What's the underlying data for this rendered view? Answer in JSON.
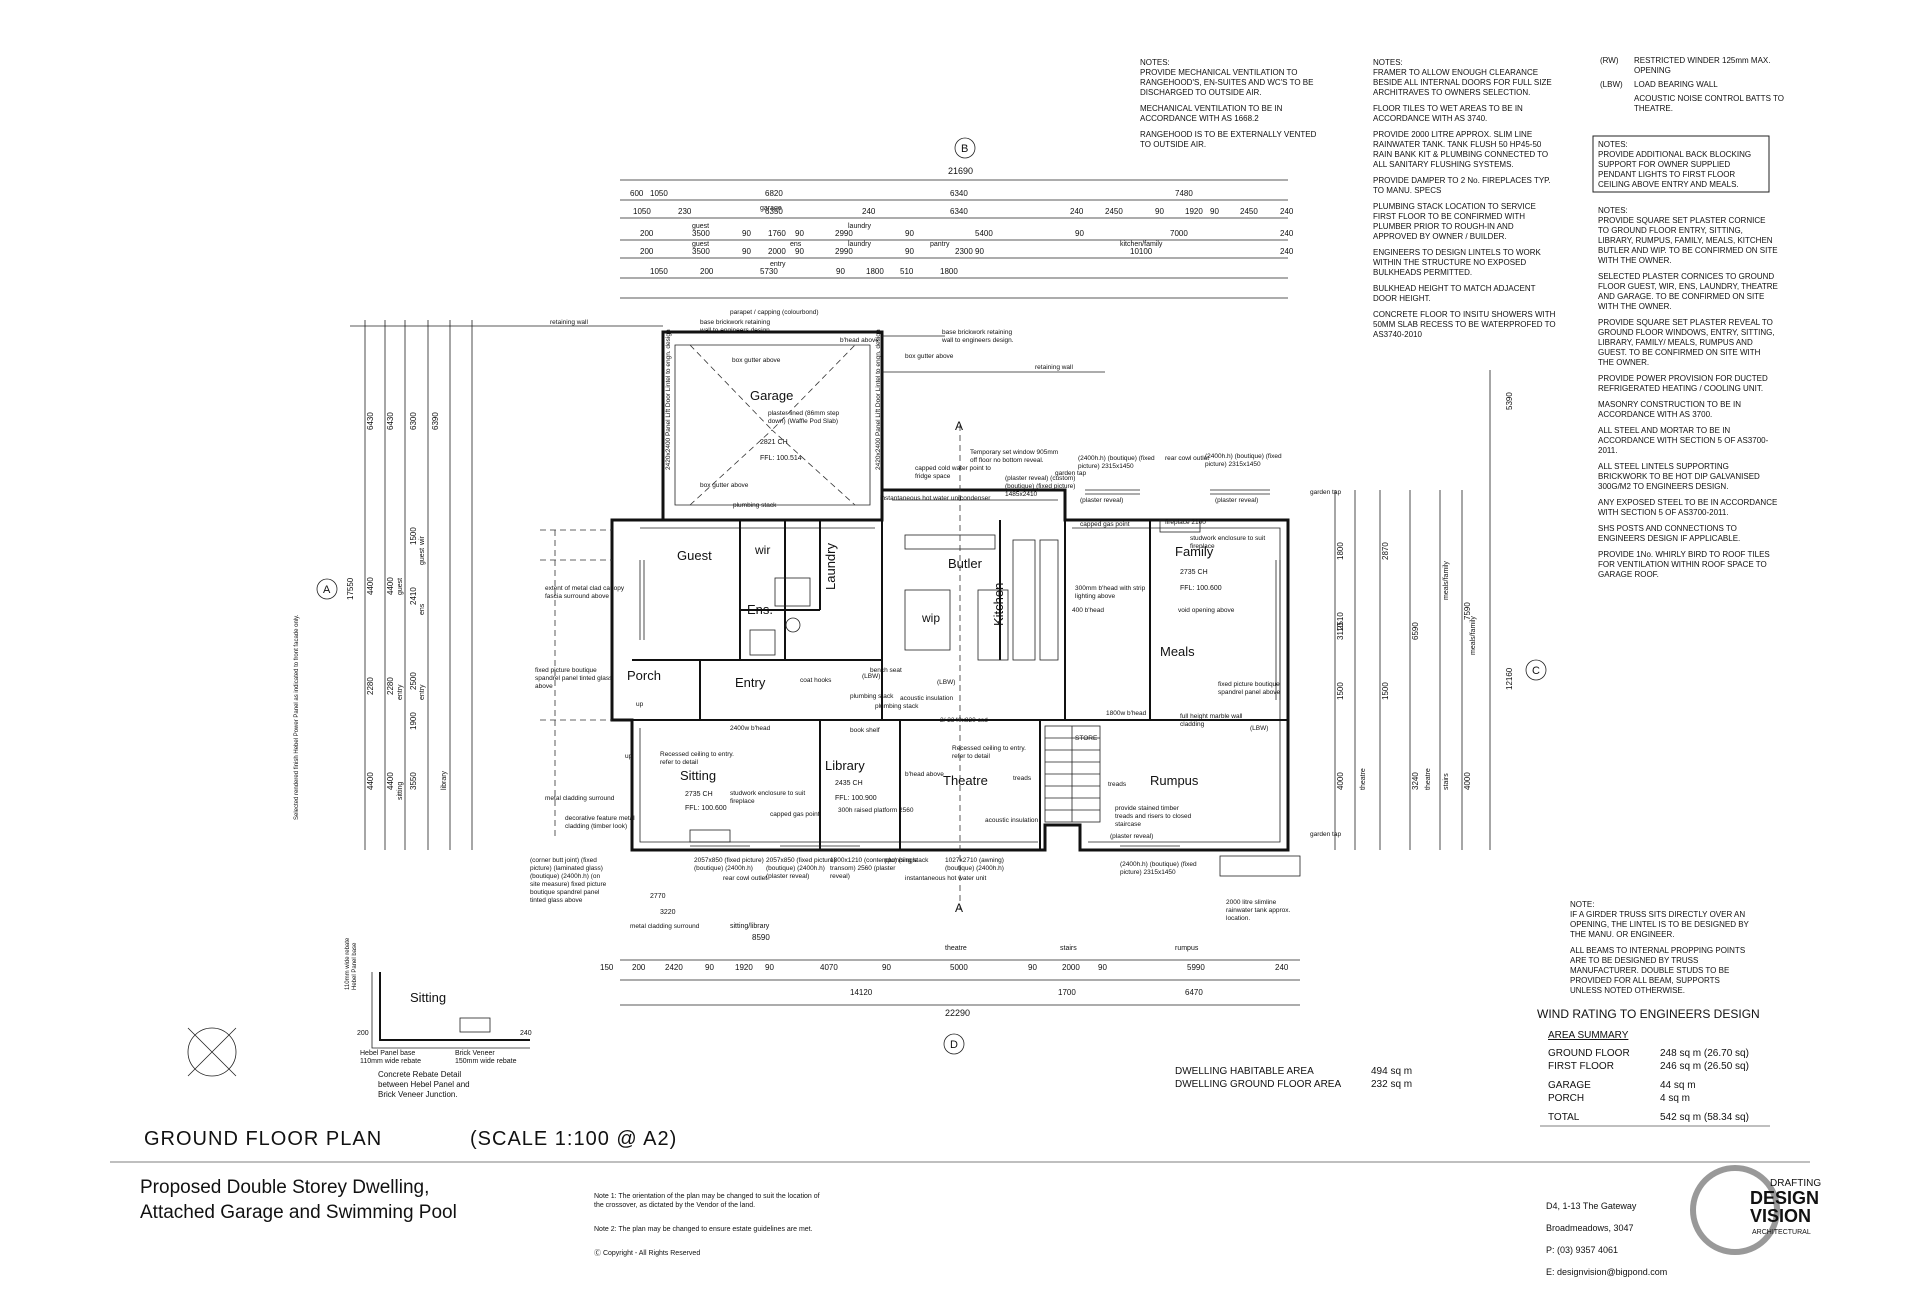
{
  "title": {
    "plan": "GROUND FLOOR PLAN",
    "scale": "(SCALE 1:100 @ A2)",
    "project_line1": "Proposed Double Storey Dwelling,",
    "project_line2": "Attached Garage and Swimming Pool"
  },
  "footer_notes": {
    "note1": "Note 1: The orientation of the plan may be changed to suit the location of the crossover, as dictated by the Vendor of the land.",
    "note2": "Note 2: The plan may be changed to ensure estate guidelines are met.",
    "copyright": "Copyright - All Rights Reserved"
  },
  "company": {
    "address1": "D4, 1-13 The Gateway",
    "address2": "Broadmeadows, 3047",
    "phone": "P: (03) 9357 4061",
    "email": "E: designvision@bigpond.com",
    "logo_top": "DRAFTING",
    "logo_mid1": "DESIGN",
    "logo_mid2": "VISION",
    "logo_bottom": "ARCHITECTURAL"
  },
  "notes_col1": [
    "NOTES:\nPROVIDE MECHANICAL VENTILATION TO RANGEHOOD'S, EN-SUITES AND WC'S TO BE DISCHARGED TO OUTSIDE AIR.",
    "MECHANICAL VENTILATION TO BE IN ACCORDANCE WITH AS 1668.2",
    "RANGEHOOD IS TO BE EXTERNALLY VENTED TO OUTSIDE AIR."
  ],
  "notes_col2": [
    "NOTES:\nFRAMER TO ALLOW ENOUGH CLEARANCE BESIDE ALL INTERNAL DOORS FOR FULL SIZE ARCHITRAVES TO OWNERS SELECTION.",
    "FLOOR TILES TO WET AREAS TO BE IN ACCORDANCE WITH AS 3740.",
    "PROVIDE 2000 LITRE APPROX. SLIM LINE RAINWATER TANK. TANK FLUSH 50 HP45-50 RAIN BANK KIT & PLUMBING CONNECTED TO ALL SANITARY FLUSHING SYSTEMS.",
    "PROVIDE DAMPER TO 2 No. FIREPLACES TYP. TO MANU. SPECS",
    "PLUMBING STACK LOCATION TO SERVICE FIRST FLOOR TO BE CONFIRMED WITH PLUMBER PRIOR TO ROUGH-IN AND APPROVED BY OWNER / BUILDER.",
    "ENGINEERS TO DESIGN LINTELS TO WORK WITHIN THE STRUCTURE NO EXPOSED BULKHEADS PERMITTED.",
    "BULKHEAD HEIGHT TO MATCH ADJACENT DOOR HEIGHT.",
    "CONCRETE FLOOR TO INSITU SHOWERS WITH 50MM SLAB RECESS TO BE WATERPROFED TO AS3740-2010"
  ],
  "legend": [
    {
      "code": "(RW)",
      "text": "RESTRICTED WINDER 125mm MAX. OPENING"
    },
    {
      "code": "(LBW)",
      "text": "LOAD BEARING WALL"
    },
    {
      "code": "",
      "text": "ACOUSTIC NOISE CONTROL BATTS TO THEATRE."
    }
  ],
  "boxed_note": "NOTES:\nPROVIDE ADDITIONAL BACK BLOCKING SUPPORT FOR OWNER SUPPLIED PENDANT LIGHTS TO FIRST FLOOR CEILING ABOVE ENTRY AND MEALS.",
  "notes_col3": [
    "NOTES:\nPROVIDE SQUARE SET PLASTER CORNICE TO GROUND FLOOR ENTRY, SITTING, LIBRARY, RUMPUS, FAMILY, MEALS, KITCHEN BUTLER AND WIP. TO BE CONFIRMED ON SITE WITH THE OWNER.",
    "SELECTED PLASTER CORNICES TO GROUND FLOOR GUEST, WIR, ENS, LAUNDRY, THEATRE AND GARAGE. TO BE CONFIRMED ON SITE WITH THE OWNER.",
    "PROVIDE SQUARE SET PLASTER REVEAL TO GROUND FLOOR WINDOWS, ENTRY, SITTING, LIBRARY, FAMILY/ MEALS, RUMPUS AND GUEST. TO BE CONFIRMED ON SITE WITH THE OWNER.",
    "PROVIDE POWER PROVISION FOR DUCTED REFRIGERATED HEATING / COOLING UNIT.",
    "MASONRY CONSTRUCTION TO BE IN ACCORDANCE WITH AS 3700.",
    "ALL STEEL AND MORTAR TO BE IN ACCORDANCE WITH SECTION 5 OF AS3700-2011.",
    "ALL STEEL LINTELS SUPPORTING BRICKWORK TO BE HOT DIP GALVANISED 300G/M2 TO ENGINEERS DESIGN.",
    "ANY EXPOSED STEEL TO BE IN ACCORDANCE WITH SECTION 5 OF AS3700-2011.",
    "SHS POSTS AND CONNECTIONS TO ENGINEERS DESIGN IF APPLICABLE.",
    "PROVIDE 1No. WHIRLY BIRD TO ROOF TILES FOR VENTILATION WITHIN ROOF SPACE TO GARAGE ROOF."
  ],
  "notes_col4": [
    "NOTE:\nIF A GIRDER TRUSS SITS DIRECTLY OVER AN OPENING, THE LINTEL IS TO BE DESIGNED BY THE MANU. OR ENGINEER.",
    "ALL BEAMS TO INTERNAL PROPPING POINTS ARE TO BE DESIGNED BY TRUSS MANUFACTURER. DOUBLE STUDS TO BE PROVIDED FOR ALL BEAM, SUPPORTS UNLESS NOTED OTHERWISE."
  ],
  "wind_rating": "WIND RATING TO ENGINEERS DESIGN",
  "area_summary": {
    "heading": "AREA SUMMARY",
    "rows": [
      {
        "label": "GROUND FLOOR",
        "value": "248 sq m  (26.70 sq)"
      },
      {
        "label": "FIRST FLOOR",
        "value": "246 sq m  (26.50 sq)"
      },
      {
        "label": "GARAGE",
        "value": "44 sq m"
      },
      {
        "label": "PORCH",
        "value": "4 sq m"
      },
      {
        "label": "TOTAL",
        "value": "542 sq m  (58.34 sq)"
      }
    ]
  },
  "dwelling_areas": [
    {
      "label": "DWELLING HABITABLE AREA",
      "value": "494 sq m"
    },
    {
      "label": "DWELLING GROUND FLOOR AREA",
      "value": "232 sq m"
    }
  ],
  "detail": {
    "title": "Sitting",
    "label_hebel": "Hebel Panel base\n110mm wide rebate",
    "label_brick": "Brick Veneer\n150mm wide rebate",
    "caption": "Concrete Rebate Detail\nbetween Hebel Panel and\nBrick Veneer Junction.",
    "side_label": "110mm wide rebate\nHebel Panel base",
    "dim1": "200",
    "dim2": "240"
  },
  "grid_markers": [
    "A",
    "B",
    "C",
    "D"
  ],
  "rooms": [
    {
      "name": "Garage",
      "size": 13
    },
    {
      "name": "Guest",
      "size": 13
    },
    {
      "name": "wir",
      "size": 12
    },
    {
      "name": "Ens.",
      "size": 13
    },
    {
      "name": "Laundry",
      "size": 13
    },
    {
      "name": "Butler",
      "size": 13
    },
    {
      "name": "wip",
      "size": 12
    },
    {
      "name": "Kitchen",
      "size": 13
    },
    {
      "name": "Family",
      "size": 13
    },
    {
      "name": "Meals",
      "size": 13
    },
    {
      "name": "Porch",
      "size": 13
    },
    {
      "name": "Entry",
      "size": 13
    },
    {
      "name": "Sitting",
      "size": 13
    },
    {
      "name": "Library",
      "size": 13
    },
    {
      "name": "Theatre",
      "size": 13
    },
    {
      "name": "Rumpus",
      "size": 13
    }
  ],
  "ceiling_tags": [
    "2821 CH",
    "FFL: 100.514",
    "2735 CH",
    "FFL: 100.600",
    "2435 CH",
    "FFL: 100.900",
    "2735 CH",
    "FFL: 100.600"
  ],
  "top_dims": {
    "overall": "21690",
    "row1": [
      "600",
      "1050",
      "6820",
      "6340",
      "7480"
    ],
    "row2": [
      "1050",
      "230",
      "6350",
      "240",
      "6340",
      "240",
      "2450",
      "90",
      "1920",
      "90",
      "2450",
      "240"
    ],
    "row3": [
      "200",
      "3500",
      "90",
      "1760",
      "90",
      "2990",
      "90",
      "5400",
      "90",
      "7000",
      "240"
    ],
    "row4": [
      "200",
      "3500",
      "90",
      "2000",
      "90",
      "2990",
      "90",
      "2300",
      "90",
      "10100",
      "240"
    ],
    "row5": [
      "1050",
      "200",
      "5730",
      "90",
      "1800",
      "510",
      "1800"
    ],
    "labels": [
      "garage",
      "guest",
      "laundry",
      "guest",
      "ens",
      "laundry",
      "pantry",
      "kitchen/family",
      "entry"
    ]
  },
  "bottom_dims": {
    "row1": [
      "150",
      "200",
      "2420",
      "90",
      "1920",
      "90",
      "4070",
      "90",
      "5000",
      "90",
      "2000",
      "90",
      "5990",
      "240"
    ],
    "labels": [
      "sitting/library",
      "theatre",
      "stairs",
      "rumpus"
    ],
    "row1_sub": "8590",
    "row2": [
      "14120",
      "1700",
      "6470"
    ],
    "overall": "22290",
    "extra": [
      "2770",
      "3220"
    ]
  },
  "left_dims": {
    "overall": "17550",
    "col1": [
      "6430",
      "4400",
      "2280",
      "4400"
    ],
    "col2": [
      "6430",
      "4400",
      "2280",
      "4400"
    ],
    "col3": [
      "6300",
      "1500",
      "2410",
      "2500",
      "1900",
      "3550"
    ],
    "col4": [
      "6390"
    ],
    "labels": [
      "guest",
      "entry",
      "sitting",
      "guest",
      "ens",
      "wir",
      "entry",
      "library"
    ]
  },
  "right_dims": {
    "overall": "12160",
    "col1": [
      "5390"
    ],
    "col2": [
      "1800",
      "2510",
      "1500",
      "3110",
      "4000"
    ],
    "col3": [
      "2870",
      "1500"
    ],
    "col4": [
      "6590",
      "3240"
    ],
    "col5": [
      "7590",
      "4000"
    ],
    "labels": [
      "meals/family",
      "meals/family",
      "theatre",
      "theatre",
      "stairs"
    ]
  },
  "annotations": [
    {
      "t": "retaining wall"
    },
    {
      "t": "retaining wall"
    },
    {
      "t": "parapet / capping (colourbond)"
    },
    {
      "t": "base brickwork retaining wall to engineers design"
    },
    {
      "t": "b'head above"
    },
    {
      "t": "box gutter above"
    },
    {
      "t": "box gutter above"
    },
    {
      "t": "base brickwork retaining wall to engineers design."
    },
    {
      "t": "plaster lined (86mm step down) (Waffle Pod Slab)"
    },
    {
      "t": "box gutter above"
    },
    {
      "t": "plumbing stack"
    },
    {
      "t": "instantaneous hot water unit"
    },
    {
      "t": "capped cold water point to fridge space"
    },
    {
      "t": "condenser"
    },
    {
      "t": "Temporary set window 905mm off floor no bottom reveal."
    },
    {
      "t": "(plaster reveal) (custom) (boutique) (fixed picture) 1485x2410"
    },
    {
      "t": "garden tap"
    },
    {
      "t": "rear cowl outlet"
    },
    {
      "t": "(2400h.h) (boutique) (fixed picture) 2315x1450"
    },
    {
      "t": "(2400h.h) (boutique) (fixed picture) 2315x1450"
    },
    {
      "t": "(plaster reveal)"
    },
    {
      "t": "(plaster reveal)"
    },
    {
      "t": "garden tap"
    },
    {
      "t": "capped gas point"
    },
    {
      "t": "fireplace 2100"
    },
    {
      "t": "studwork enclosure to suit fireplace"
    },
    {
      "t": "void opening above"
    },
    {
      "t": "fixed picture boutique spandrel panel above"
    },
    {
      "t": "full height marble wall cladding"
    },
    {
      "t": "1800w b'head"
    },
    {
      "t": "300mm b'head with strip lighting above"
    },
    {
      "t": "400 b'head"
    },
    {
      "t": "bench seat"
    },
    {
      "t": "coat hooks"
    },
    {
      "t": "plumbing stack"
    },
    {
      "t": "plumbing stack"
    },
    {
      "t": "acoustic insulation"
    },
    {
      "t": "2/ 2340x820 csd"
    },
    {
      "t": "2400w b'head"
    },
    {
      "t": "book shelf"
    },
    {
      "t": "Recessed ceiling to entry. refer to detail"
    },
    {
      "t": "Recessed ceiling to entry. refer to detail"
    },
    {
      "t": "studwork enclosure to suit fireplace"
    },
    {
      "t": "capped gas point"
    },
    {
      "t": "300h raised platform 2560"
    },
    {
      "t": "b'head above"
    },
    {
      "t": "acoustic insulation"
    },
    {
      "t": "provide stained timber treads and risers to closed staircase"
    },
    {
      "t": "(plaster reveal)"
    },
    {
      "t": "(2400h.h) (boutique) (fixed picture) 2315x1450"
    },
    {
      "t": "garden tap"
    },
    {
      "t": "2000 litre slimline rainwater tank approx. location."
    },
    {
      "t": "extent of metal clad canopy fascia surround above"
    },
    {
      "t": "fixed picture boutique spandrel panel tinted glass above"
    },
    {
      "t": "decorative feature metal cladding (timber look)"
    },
    {
      "t": "metal cladding surround"
    },
    {
      "t": "(corner butt joint) (fixed picture) (laminated glass) (boutique) (2400h.h) (on site measure) fixed picture boutique spandrel panel tinted glass above"
    },
    {
      "t": "metal cladding surround"
    },
    {
      "t": "2057x850 (fixed picture) (boutique) (2400h.h)"
    },
    {
      "t": "rear cowl outlet"
    },
    {
      "t": "2057x850 (fixed picture) (boutique) (2400h.h) (plaster reveal)"
    },
    {
      "t": "1800x1210 (contempo) (single transom) 2560 (plaster reveal)"
    },
    {
      "t": "plumbing stack"
    },
    {
      "t": "instantaneous hot water unit"
    },
    {
      "t": "1027x2710 (awning) (boutique) (2400h.h)"
    },
    {
      "t": "Selected rendered finish Hebel Power Panel as indicated to front facade only."
    },
    {
      "t": "STORE"
    },
    {
      "t": "(LBW)"
    },
    {
      "t": "(LBW)"
    },
    {
      "t": "(LBW)"
    },
    {
      "t": "up"
    },
    {
      "t": "up"
    },
    {
      "t": "treads"
    },
    {
      "t": "treads"
    },
    {
      "t": "2420x2400 Panel Lift Door Lintel to engn. design"
    },
    {
      "t": "2420x2400 Panel Lift Door Lintel to engn. design"
    }
  ],
  "section_markers": [
    "A",
    "A"
  ]
}
